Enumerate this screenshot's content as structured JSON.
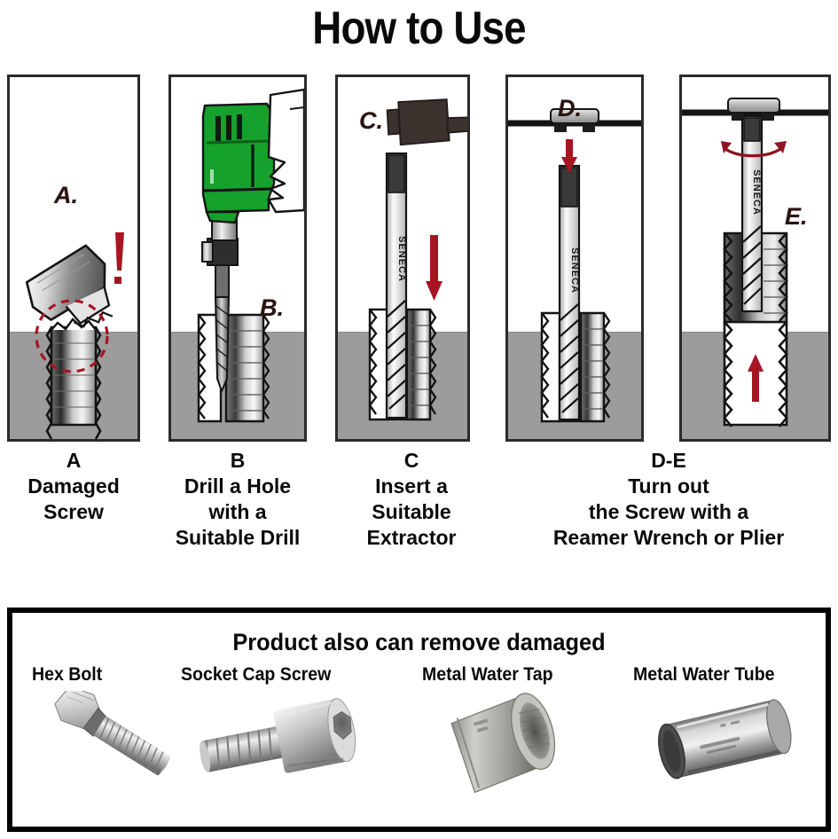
{
  "title": "How to Use",
  "panels": [
    {
      "letter": "A.",
      "tool_brand": "",
      "name": "panel-damaged-screw"
    },
    {
      "letter": "B.",
      "tool_brand": "",
      "name": "panel-drill-hole"
    },
    {
      "letter": "C.",
      "tool_brand": "SENECA",
      "name": "panel-insert-extractor"
    },
    {
      "letter": "D.",
      "tool_brand": "SENECA",
      "name": "panel-press-down"
    },
    {
      "letter": "E.",
      "tool_brand": "SENECA",
      "name": "panel-turn-out"
    }
  ],
  "captions": [
    {
      "letter": "A",
      "lines": [
        "Damaged",
        "Screw"
      ]
    },
    {
      "letter": "B",
      "lines": [
        "Drill a Hole",
        "with a",
        "Suitable Drill"
      ]
    },
    {
      "letter": "C",
      "lines": [
        "Insert a",
        "Suitable",
        "Extractor"
      ]
    },
    {
      "letter": "D-E",
      "lines": [
        "Turn out",
        "the Screw with a",
        "Reamer Wrench or Plier"
      ]
    }
  ],
  "bottom": {
    "title": "Product also can remove damaged",
    "products": [
      {
        "label": "Hex Bolt",
        "icon": "hex-bolt-photo"
      },
      {
        "label": "Socket Cap Screw",
        "icon": "socket-cap-screw-photo"
      },
      {
        "label": "Metal Water Tap",
        "icon": "metal-water-tap-photo"
      },
      {
        "label": "Metal Water Tube",
        "icon": "metal-water-tube-photo"
      }
    ]
  },
  "colors": {
    "accent_red": "#a81522",
    "ground_gray": "#9c9c9c",
    "drill_green": "#16a02c",
    "letter_color": "#2a1411",
    "frame_black": "#2b2b2b"
  }
}
